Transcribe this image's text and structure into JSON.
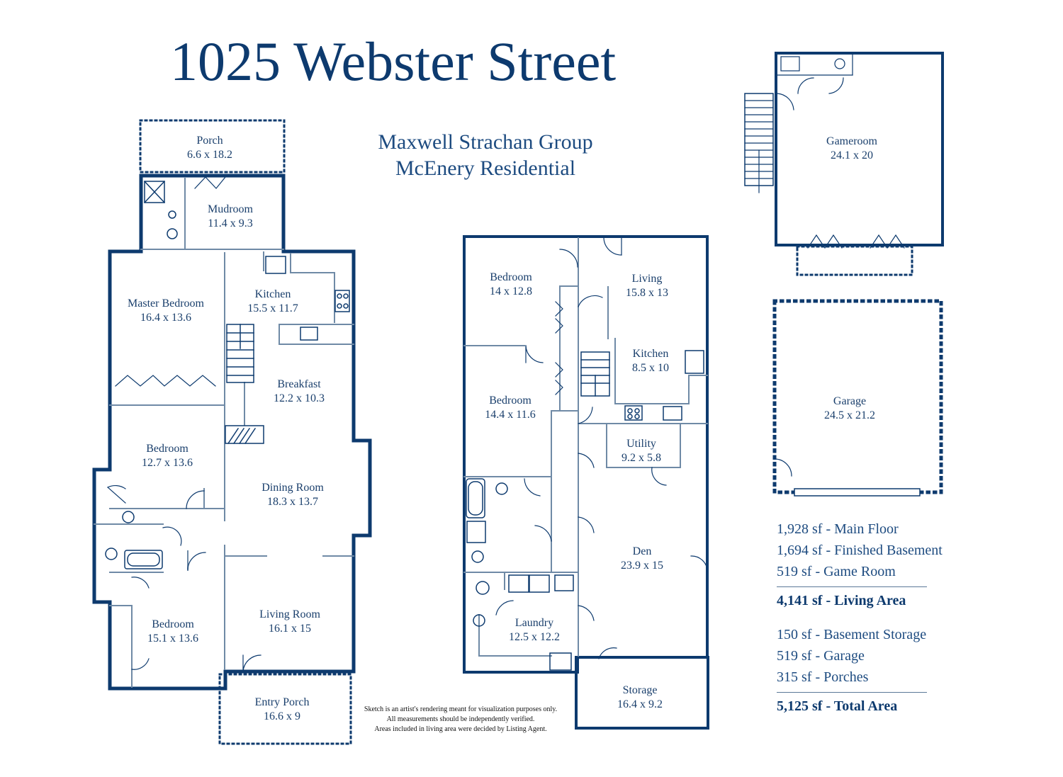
{
  "title": "1025 Webster Street",
  "company": {
    "line1": "Maxwell Strachan Group",
    "line2": "McEnery Residential"
  },
  "rooms": [
    {
      "name": "Porch",
      "dims": "6.6 x 18.2"
    },
    {
      "name": "Mudroom",
      "dims": "11.4 x 9.3"
    },
    {
      "name": "Master Bedroom",
      "dims": "16.4 x 13.6"
    },
    {
      "name": "Kitchen",
      "dims": "15.5 x 11.7"
    },
    {
      "name": "Breakfast",
      "dims": "12.2 x 10.3"
    },
    {
      "name": "Bedroom",
      "dims": "12.7 x 13.6"
    },
    {
      "name": "Dining Room",
      "dims": "18.3 x 13.7"
    },
    {
      "name": "Bedroom",
      "dims": "15.1 x 13.6"
    },
    {
      "name": "Living Room",
      "dims": "16.1 x 15"
    },
    {
      "name": "Entry Porch",
      "dims": "16.6 x 9"
    },
    {
      "name": "Bedroom",
      "dims": "14 x 12.8"
    },
    {
      "name": "Living",
      "dims": "15.8 x 13"
    },
    {
      "name": "Kitchen",
      "dims": "8.5 x 10"
    },
    {
      "name": "Bedroom",
      "dims": "14.4 x 11.6"
    },
    {
      "name": "Utility",
      "dims": "9.2 x 5.8"
    },
    {
      "name": "Den",
      "dims": "23.9 x 15"
    },
    {
      "name": "Laundry",
      "dims": "12.5 x 12.2"
    },
    {
      "name": "Storage",
      "dims": "16.4 x 9.2"
    },
    {
      "name": "Gameroom",
      "dims": "24.1 x 20"
    },
    {
      "name": "Garage",
      "dims": "24.5 x 21.2"
    }
  ],
  "disclaimer": {
    "line1": "Sketch is an artist's rendering meant for visualization purposes only.",
    "line2": "All measurements should be independently verified.",
    "line3": "Areas included in living area were decided by Listing Agent."
  },
  "areas": {
    "main_floor": "1,928 sf - Main Floor",
    "finished_basement": "1,694 sf - Finished Basement",
    "game_room": "519 sf - Game Room",
    "living_total": "4,141 sf - Living Area",
    "basement_storage": "150 sf - Basement Storage",
    "garage": "519 sf - Garage",
    "porches": "315 sf - Porches",
    "grand_total": "5,125 sf - Total Area"
  },
  "colors": {
    "wall": "#0d3a6e",
    "inner_wall": "#6f8aa6",
    "text": "#1a3f6c"
  }
}
